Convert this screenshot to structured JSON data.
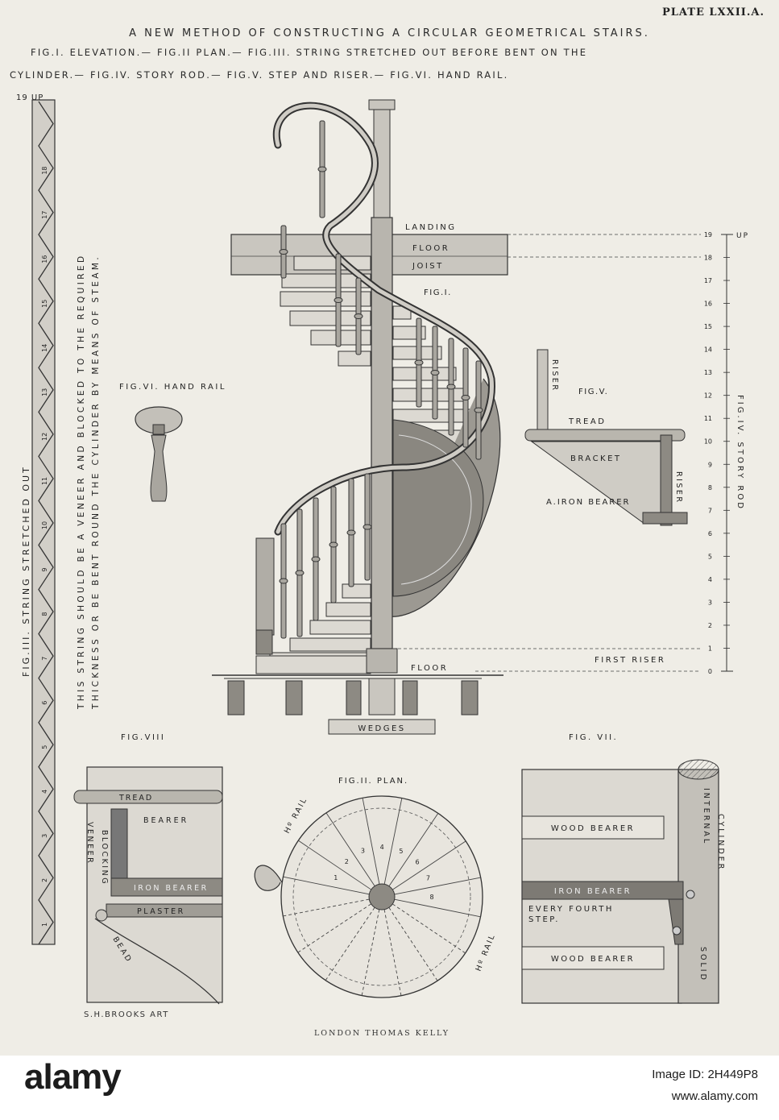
{
  "plate": {
    "plate_number": "PLATE LXXII.A.",
    "title": "A NEW METHOD OF CONSTRUCTING A CIRCULAR GEOMETRICAL STAIRS.",
    "figures_line1": "FIG.I. ELEVATION.— FIG.II PLAN.— FIG.III. STRING STRETCHED OUT BEFORE BENT ON THE",
    "figures_line2": "CYLINDER.— FIG.IV. STORY ROD.— FIG.V. STEP AND RISER.— FIG.VI. HAND RAIL.",
    "artist": "S.H.BROOKS ART",
    "publisher": "LONDON THOMAS KELLY",
    "note_line1": "THIS STRING SHOULD BE A VENEER AND BLOCKED TO THE REQUIRED",
    "note_line2": "THICKNESS OR BE BENT ROUND THE CYLINDER BY MEANS OF STEAM."
  },
  "fig3": {
    "label": "FIG.III. STRING STRETCHED OUT",
    "top_label": "19 UP",
    "step_numbers": [
      "1",
      "2",
      "3",
      "4",
      "5",
      "6",
      "7",
      "8",
      "9",
      "10",
      "11",
      "12",
      "13",
      "14",
      "15",
      "16",
      "17",
      "18"
    ]
  },
  "fig1": {
    "label": "FIG.I.",
    "landing": "LANDING",
    "floor_top": "FLOOR",
    "joist": "JOIST",
    "floor_bottom": "FLOOR",
    "wedges": "WEDGES",
    "first_riser": "FIRST RISER"
  },
  "fig4": {
    "label": "FIG.IV. STORY ROD",
    "up": "UP",
    "numbers": [
      "0",
      "1",
      "2",
      "3",
      "4",
      "5",
      "6",
      "7",
      "8",
      "9",
      "10",
      "11",
      "12",
      "13",
      "14",
      "15",
      "16",
      "17",
      "18",
      "19"
    ]
  },
  "fig5": {
    "label": "FIG.V.",
    "riser_top": "RISER",
    "tread": "TREAD",
    "bracket": "BRACKET",
    "riser_side": "RISER",
    "iron_bearer": "A.IRON BEARER"
  },
  "fig6": {
    "label": "FIG.VI. HAND RAIL"
  },
  "fig8": {
    "label": "FIG.VIII",
    "tread": "TREAD",
    "bearer": "BEARER",
    "blocking": "BLOCKING",
    "veneer": "VENEER",
    "iron_bearer": "IRON BEARER",
    "plaster": "PLASTER",
    "bead": "BEAD"
  },
  "fig2": {
    "label": "FIG.II. PLAN.",
    "rail_top": "Hº RAIL",
    "rail_bottom": "Hº RAIL",
    "step_numbers": [
      "1",
      "2",
      "3",
      "4",
      "5",
      "6",
      "7",
      "8"
    ]
  },
  "fig7": {
    "label": "FIG. VII.",
    "wood_bearer_top": "WOOD BEARER",
    "iron_bearer": "IRON BEARER",
    "every_line1": "EVERY FOURTH",
    "every_line2": "STEP.",
    "wood_bearer_bottom": "WOOD BEARER",
    "internal": "INTERNAL",
    "cylinder": "CYLINDER",
    "solid": "SOLID"
  },
  "stock": {
    "brand": "alamy",
    "image_id": "Image ID: 2H449P8",
    "url": "www.alamy.com"
  },
  "colors": {
    "paper": "#efede6",
    "ink": "#2b2b2b",
    "shade": "#b9b6ae",
    "dark_shade": "#7d7a74"
  }
}
